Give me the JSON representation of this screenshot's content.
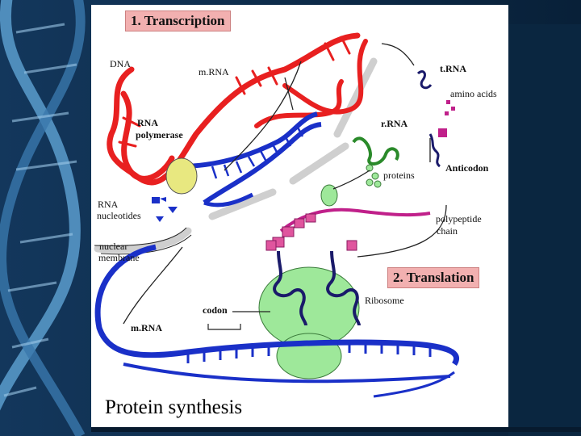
{
  "slide": {
    "colors": {
      "background": "#0b2a4a",
      "helix": "#4f8fc0",
      "panel": "#ffffff",
      "dna": "#e82020",
      "mrna": "#1a30c8",
      "ribosome": "#9ee89a",
      "polymerase": "#e8e880",
      "trna": "#1a1a6a",
      "amino_acid": "#c0208a",
      "header": "#f2b0b0"
    }
  },
  "figure": {
    "title": "1. Transcription",
    "translation_title": "2. Translation",
    "caption": "Protein synthesis",
    "labels": {
      "dna": "DNA",
      "mrna_top": "m.RNA",
      "rna_polymerase_1": "RNA",
      "rna_polymerase_2": "polymerase",
      "trna": "t.RNA",
      "amino_acids": "amino acids",
      "rrna": "r.RNA",
      "anticodon": "Anticodon",
      "proteins": "proteins",
      "rna_nucleotides_1": "RNA",
      "rna_nucleotides_2": "nucleotides",
      "polypeptide_1": "polypeptide",
      "polypeptide_2": "chain",
      "nuclear_membrane_1": "nuclear",
      "nuclear_membrane_2": "membrane",
      "ribosome": "Ribosome",
      "codon": "codon",
      "mrna_bottom": "m.RNA"
    }
  }
}
